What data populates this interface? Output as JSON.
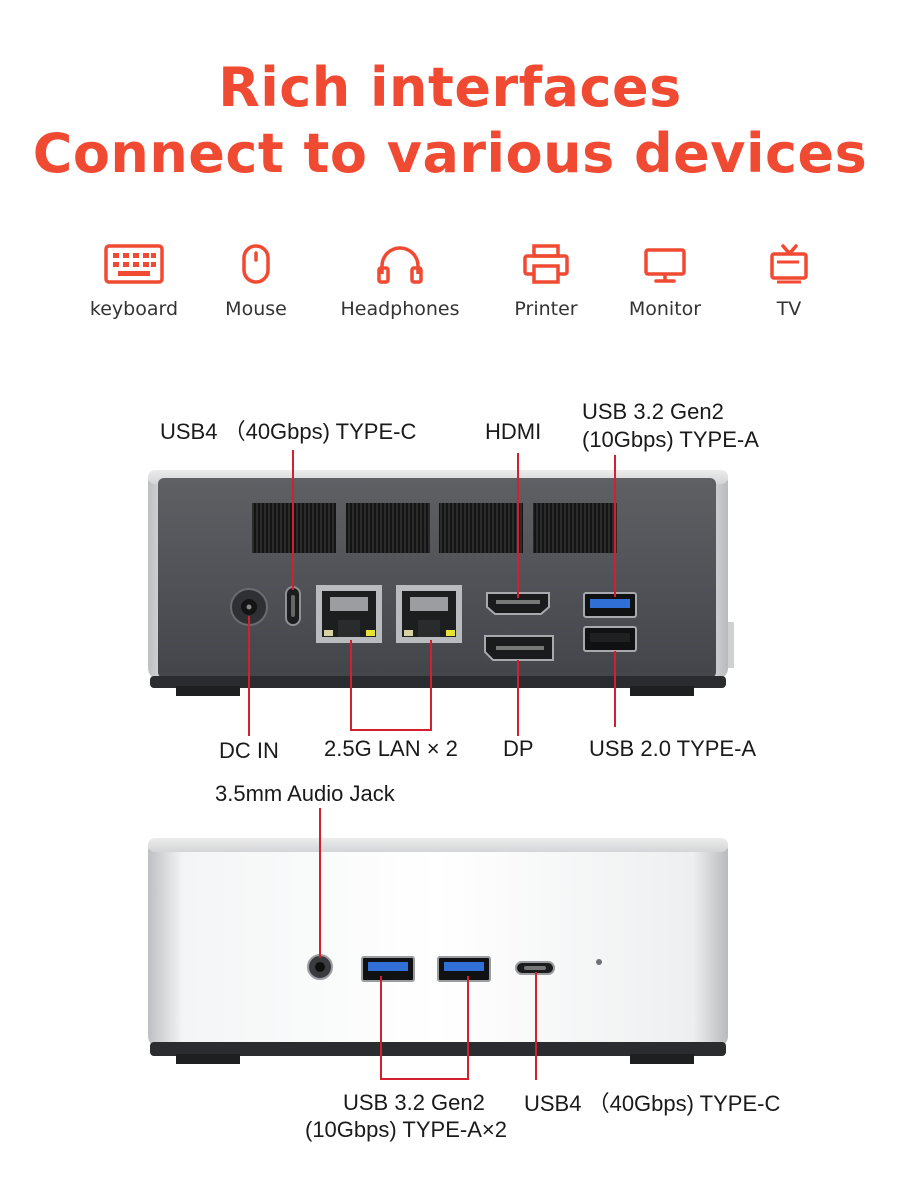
{
  "headline": {
    "line1": "Rich interfaces",
    "line2": "Connect to various devices"
  },
  "devices": [
    {
      "label": "keyboard",
      "icon": "keyboard-icon"
    },
    {
      "label": "Mouse",
      "icon": "mouse-icon"
    },
    {
      "label": "Headphones",
      "icon": "headphones-icon"
    },
    {
      "label": "Printer",
      "icon": "printer-icon"
    },
    {
      "label": "Monitor",
      "icon": "monitor-icon"
    },
    {
      "label": "TV",
      "icon": "tv-icon"
    }
  ],
  "rear_panel": {
    "usb4": "USB4 （40Gbps) TYPE-C",
    "hdmi": "HDMI",
    "usb32_line1": "USB 3.2 Gen2",
    "usb32_line2": "(10Gbps) TYPE-A",
    "dc_in": "DC IN",
    "lan": "2.5G LAN × 2",
    "dp": "DP",
    "usb20": "USB 2.0 TYPE-A"
  },
  "front_panel": {
    "audio": "3.5mm Audio Jack",
    "usb32_line1": "USB 3.2 Gen2",
    "usb32_line2": "(10Gbps) TYPE-A×2",
    "usb4": "USB4 （40Gbps) TYPE-C"
  },
  "colors": {
    "accent": "#f04a33",
    "callout_line": "#d2202f",
    "usb3_blue": "#2f6fd6"
  }
}
